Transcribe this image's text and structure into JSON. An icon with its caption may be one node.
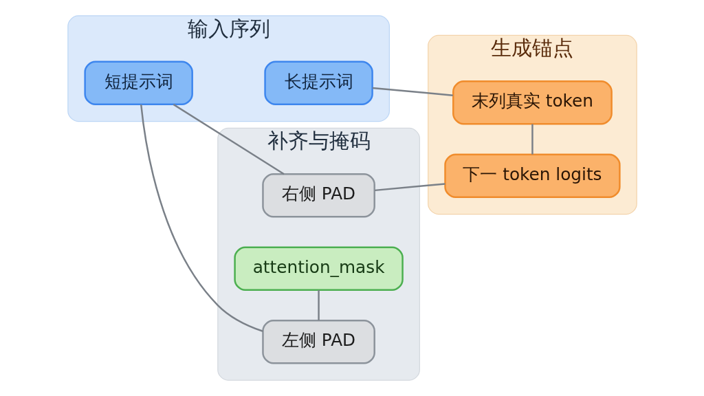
{
  "diagram": {
    "nodes": [
      {
        "text": [
          "输入序列"
        ]
      },
      {
        "text": [
          "短提示词"
        ],
        "in": 0
      },
      {
        "text": [
          "长提示词"
        ],
        "in": 0
      },
      {
        "text": [
          "补齐与掩码"
        ]
      },
      {
        "text": [
          "右侧 PAD"
        ],
        "in": 3
      },
      {
        "text": [
          "左侧 PAD"
        ],
        "in": 3
      },
      {
        "text": [
          "attention_mask"
        ],
        "in": 3
      },
      {
        "text": [
          "生成锚点"
        ]
      },
      {
        "text": [
          "下一 token logits"
        ],
        "in": 7
      },
      {
        "text": [
          "末列真实 token"
        ],
        "in": 7
      }
    ],
    "edges": [
      {
        "from": 1,
        "to": 4,
        "arrow": "none"
      },
      {
        "from": 1,
        "to": 5,
        "arrow": "none"
      },
      {
        "from": 5,
        "to": 6,
        "arrow": "none"
      },
      {
        "from": 4,
        "to": 8,
        "arrow": "none"
      },
      {
        "from": 8,
        "to": 9,
        "arrow": "none"
      },
      {
        "from": 2,
        "to": 9,
        "arrow": "none"
      }
    ]
  }
}
